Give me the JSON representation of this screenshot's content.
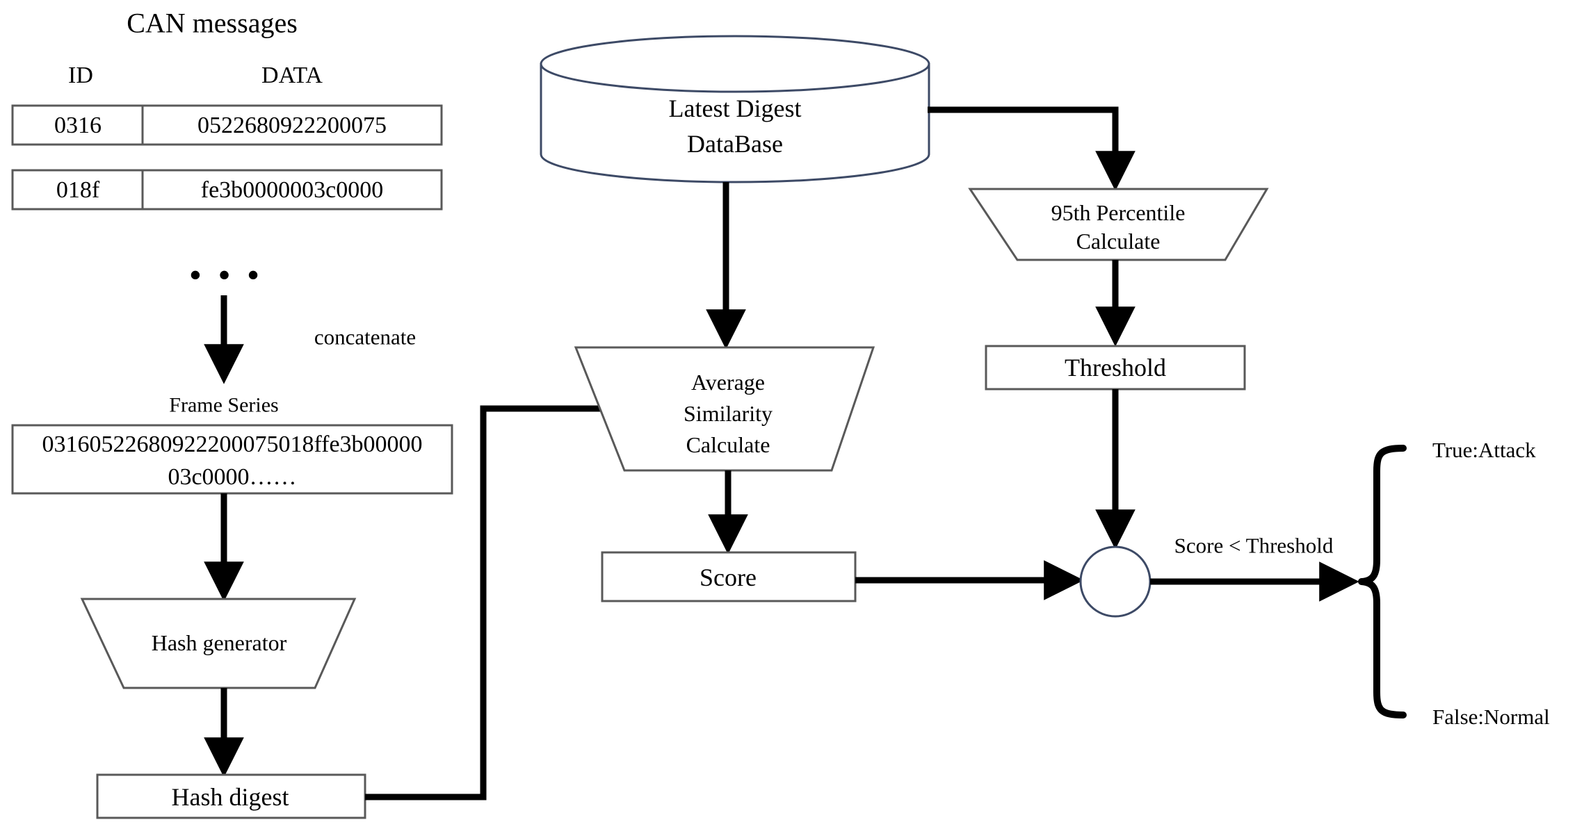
{
  "diagram": {
    "title": "CAN message hash-digest anomaly detection flow",
    "colors": {
      "stroke_black": "#000000",
      "stroke_navy": "#3d4a66",
      "box_border": "#595959",
      "background": "#ffffff"
    },
    "can_messages": {
      "title": "CAN messages",
      "columns": [
        "ID",
        "DATA"
      ],
      "rows": [
        {
          "id": "0316",
          "data": "0522680922200075"
        },
        {
          "id": "018f",
          "data": "fe3b0000003c0000"
        }
      ],
      "ellipsis": "• • •"
    },
    "edges": {
      "concatenate": "concatenate",
      "score_vs_threshold": "Score < Threshold",
      "true_branch": "True:Attack",
      "false_branch": "False:Normal"
    },
    "nodes": {
      "frame_series_label": "Frame Series",
      "frame_series_value_line1": "03160522680922200075018ffe3b00000",
      "frame_series_value_line2": "03c0000……",
      "hash_generator": "Hash generator",
      "hash_digest": "Hash digest",
      "latest_digest_db_line1": "Latest Digest",
      "latest_digest_db_line2": "DataBase",
      "percentile_line1": "95th Percentile",
      "percentile_line2": "Calculate",
      "threshold": "Threshold",
      "avg_similarity_line1": "Average",
      "avg_similarity_line2": "Similarity",
      "avg_similarity_line3": "Calculate",
      "score": "Score",
      "decision": ""
    }
  }
}
